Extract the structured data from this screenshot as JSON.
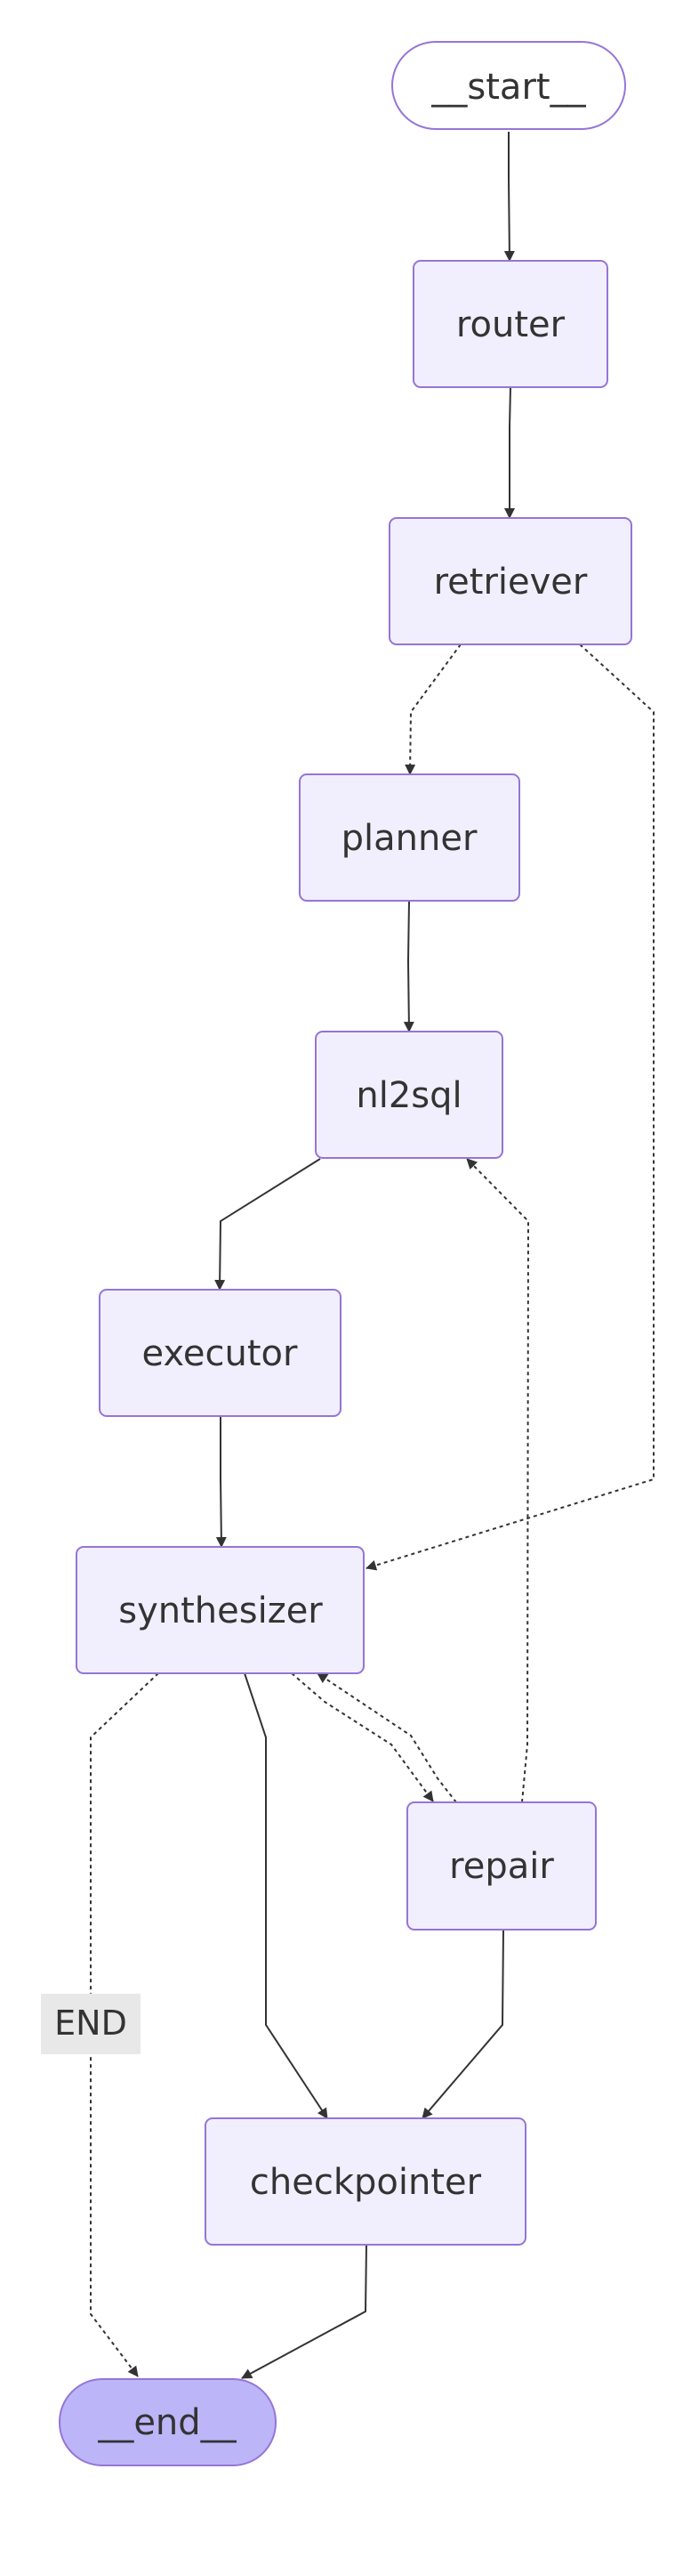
{
  "colors": {
    "node_fill": "#f1effd",
    "node_stroke": "#9575d6",
    "end_fill": "#bcb5f8",
    "edge": "#333333",
    "label_bg": "#e8e8e8",
    "text": "#333333"
  },
  "nodes": {
    "start": "__start__",
    "router": "router",
    "retriever": "retriever",
    "planner": "planner",
    "nl2sql": "nl2sql",
    "executor": "executor",
    "synthesizer": "synthesizer",
    "repair": "repair",
    "checkpointer": "checkpointer",
    "end": "__end__"
  },
  "edges": [
    {
      "from": "__start__",
      "to": "router",
      "style": "solid"
    },
    {
      "from": "router",
      "to": "retriever",
      "style": "solid"
    },
    {
      "from": "retriever",
      "to": "planner",
      "style": "dotted"
    },
    {
      "from": "retriever",
      "to": "synthesizer",
      "style": "dotted"
    },
    {
      "from": "planner",
      "to": "nl2sql",
      "style": "solid"
    },
    {
      "from": "nl2sql",
      "to": "executor",
      "style": "solid"
    },
    {
      "from": "executor",
      "to": "synthesizer",
      "style": "solid"
    },
    {
      "from": "synthesizer",
      "to": "__end__",
      "style": "dotted",
      "label": "END"
    },
    {
      "from": "synthesizer",
      "to": "checkpointer",
      "style": "solid"
    },
    {
      "from": "synthesizer",
      "to": "repair",
      "style": "dotted"
    },
    {
      "from": "repair",
      "to": "synthesizer",
      "style": "dotted"
    },
    {
      "from": "repair",
      "to": "nl2sql",
      "style": "dotted"
    },
    {
      "from": "repair",
      "to": "checkpointer",
      "style": "solid"
    },
    {
      "from": "checkpointer",
      "to": "__end__",
      "style": "solid"
    }
  ]
}
